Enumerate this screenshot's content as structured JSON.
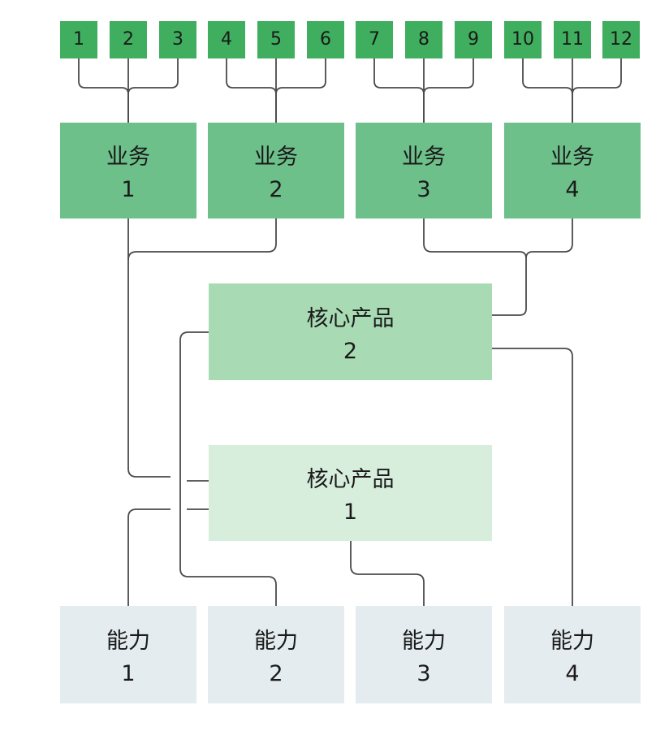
{
  "number_boxes": [
    "1",
    "2",
    "3",
    "4",
    "5",
    "6",
    "7",
    "8",
    "9",
    "10",
    "11",
    "12"
  ],
  "business": [
    {
      "label": "业务",
      "num": "1"
    },
    {
      "label": "业务",
      "num": "2"
    },
    {
      "label": "业务",
      "num": "3"
    },
    {
      "label": "业务",
      "num": "4"
    }
  ],
  "core_products": [
    {
      "label": "核心产品",
      "num": "2"
    },
    {
      "label": "核心产品",
      "num": "1"
    }
  ],
  "capabilities": [
    {
      "label": "能力",
      "num": "1"
    },
    {
      "label": "能力",
      "num": "2"
    },
    {
      "label": "能力",
      "num": "3"
    },
    {
      "label": "能力",
      "num": "4"
    }
  ],
  "colors": {
    "number": "#3fae5e",
    "business": "#6dc08a",
    "core2": "#a8dbb4",
    "core1": "#d8eedd",
    "capability": "#e4ecef",
    "connector": "#4a4a4a"
  }
}
